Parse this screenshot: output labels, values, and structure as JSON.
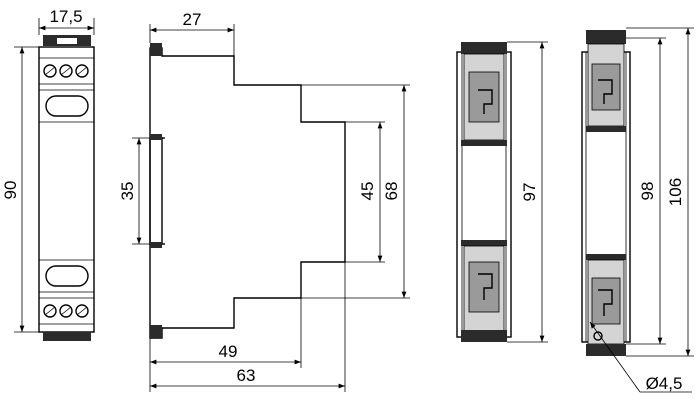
{
  "dimensions": {
    "front_width": "17,5",
    "front_height": "90",
    "side_depth": "27",
    "rail_height": "35",
    "step_height_45": "45",
    "step_height_68": "68",
    "depth_49": "49",
    "depth_63": "63",
    "clip_height_97": "97",
    "clip_height_98": "98",
    "overall_106": "106",
    "hole_diameter": "Ø4,5"
  }
}
